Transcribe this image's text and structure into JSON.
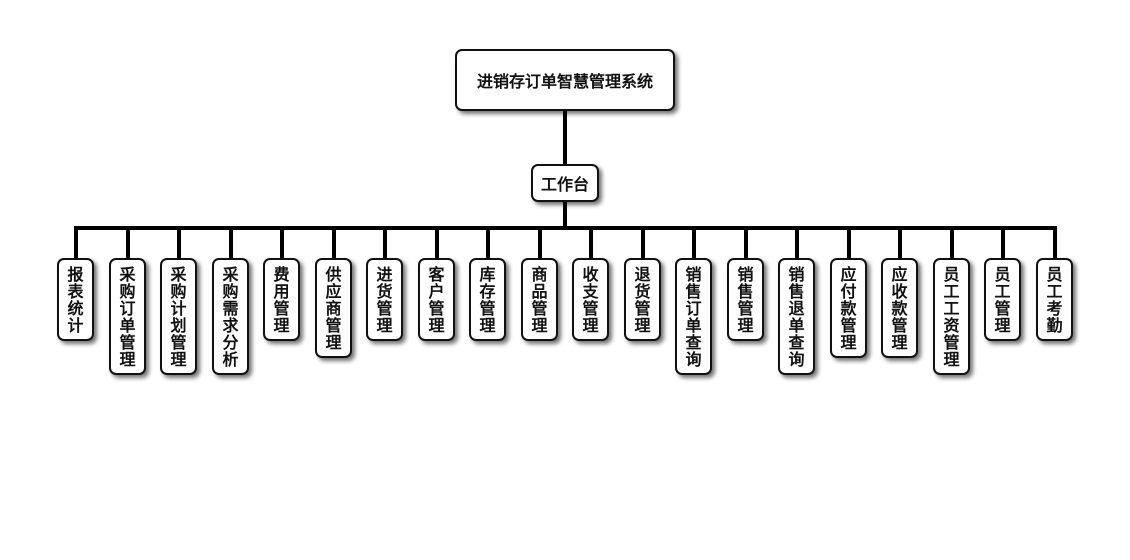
{
  "root": {
    "label": "进销存订单智慧管理系统"
  },
  "workbench": {
    "label": "工作台"
  },
  "modules": [
    {
      "label": "报表统计"
    },
    {
      "label": "采购订单管理"
    },
    {
      "label": "采购计划管理"
    },
    {
      "label": "采购需求分析"
    },
    {
      "label": "费用管理"
    },
    {
      "label": "供应商管理"
    },
    {
      "label": "进货管理"
    },
    {
      "label": "客户管理"
    },
    {
      "label": "库存管理"
    },
    {
      "label": "商品管理"
    },
    {
      "label": "收支管理"
    },
    {
      "label": "退货管理"
    },
    {
      "label": "销售订单查询"
    },
    {
      "label": "销售管理"
    },
    {
      "label": "销售退单查询"
    },
    {
      "label": "应付款管理"
    },
    {
      "label": "应收款管理"
    },
    {
      "label": "员工工资管理"
    },
    {
      "label": "员工管理"
    },
    {
      "label": "员工考勤"
    }
  ]
}
